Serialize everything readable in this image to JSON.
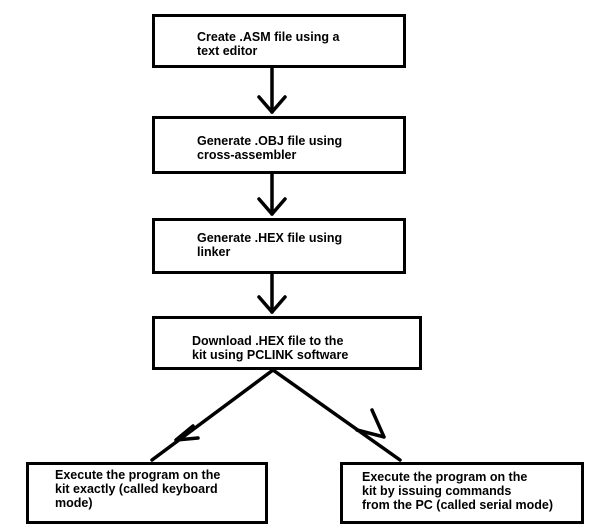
{
  "steps": [
    {
      "text": "Create .ASM file using a\ntext editor"
    },
    {
      "text": "Generate .OBJ file using\ncross-assembler"
    },
    {
      "text": "Generate .HEX file using\nlinker"
    },
    {
      "text": "Download .HEX file to the\nkit using PCLINK software"
    }
  ],
  "outcomes": [
    {
      "text": "Execute the program on the\nkit exactly (called keyboard\nmode)"
    },
    {
      "text": "Execute the program on the\nkit by issuing commands\nfrom the PC (called serial mode)"
    }
  ],
  "colors": {
    "line": "#000000",
    "background": "#ffffff"
  }
}
